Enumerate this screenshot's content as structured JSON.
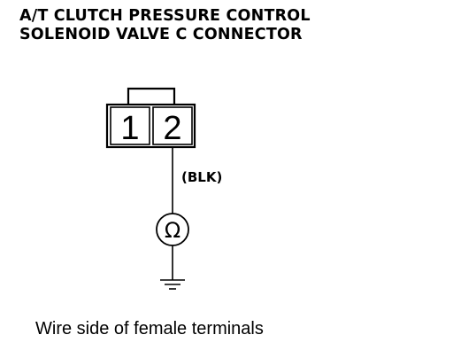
{
  "title": {
    "line1": "A/T CLUTCH PRESSURE CONTROL",
    "line2": "SOLENOID VALVE C CONNECTOR"
  },
  "connector": {
    "terminals": [
      "1",
      "2"
    ]
  },
  "wire": {
    "color_label": "(BLK)"
  },
  "meter": {
    "symbol": "Ω"
  },
  "caption": "Wire side of female terminals"
}
